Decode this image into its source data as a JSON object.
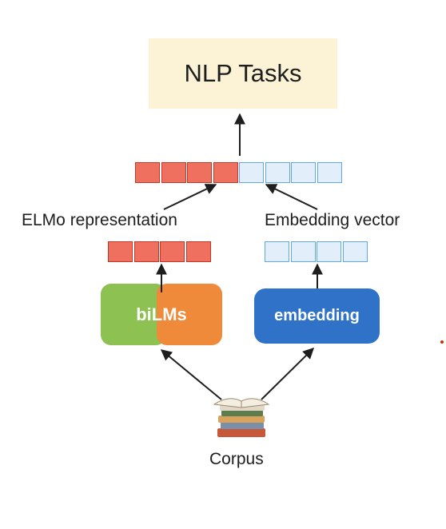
{
  "diagram": {
    "top_box": "NLP Tasks",
    "combined_vector": {
      "red_cells": 4,
      "blue_cells": 4
    },
    "elmo_label": "ELMo representation",
    "embedding_label": "Embedding vector",
    "elmo_vector": {
      "cells": 4,
      "color": "#f07060"
    },
    "embedding_vector": {
      "cells": 4,
      "color": "#e3eefb"
    },
    "bilms_label": "biLMs",
    "embedding_box_label": "embedding",
    "corpus_label": "Corpus"
  },
  "colors": {
    "top_box_bg": "#fcf3d6",
    "red_cell": "#f07060",
    "blue_cell": "#e3eefb",
    "green": "#8dc152",
    "orange": "#ef8a3a",
    "embedding_blue": "#2f72c8"
  },
  "icons": {
    "corpus": "book-stack-icon"
  }
}
